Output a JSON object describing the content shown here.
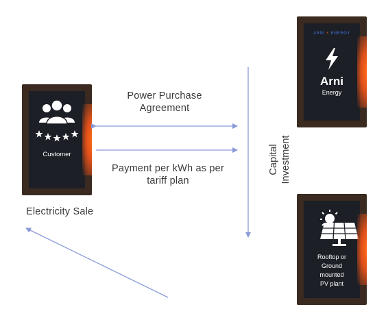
{
  "customer": {
    "label": "Customer"
  },
  "energy": {
    "brand_top": "ARNI",
    "brand_top_right": "ENERGY",
    "name": "Arni",
    "subname": "Energy"
  },
  "pv": {
    "label_lines": [
      "Rooftop or",
      "Ground",
      "mounted",
      "PV plant"
    ]
  },
  "flows": {
    "ppa": [
      "Power Purchase",
      "Agreement"
    ],
    "payment": [
      "Payment per kWh as per",
      "tariff plan"
    ],
    "capital": [
      "Capital",
      "Investment"
    ],
    "electricity_sale": "Electricity Sale"
  },
  "colors": {
    "arrow": "#8a9ad8",
    "card_frame": "#3a2a20",
    "card_inner": "#1c1f26",
    "glow": "#ff6a1a"
  }
}
